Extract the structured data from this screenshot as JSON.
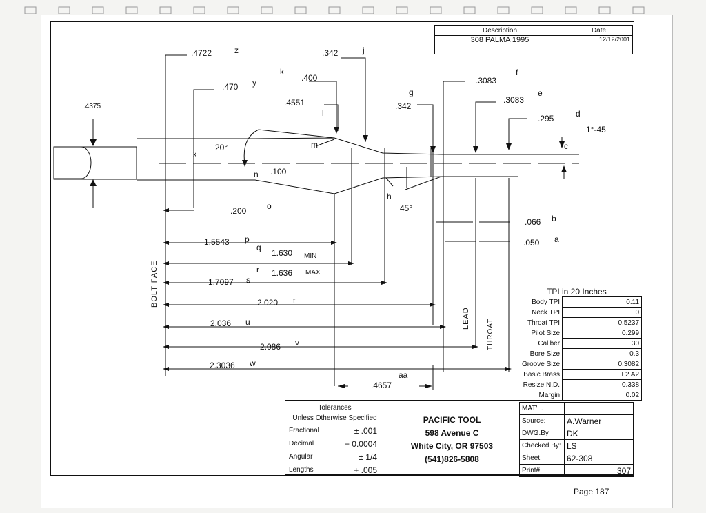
{
  "title_block": {
    "desc_header": "Description",
    "date_header": "Date",
    "description": "308 PALMA 1995",
    "date": "12/12/2001"
  },
  "dims": {
    "z": "z",
    "z_val": ".4722",
    "j": "j",
    "j_val": ".342",
    "k": "k",
    "k_val": ".400",
    "y": "y",
    "y_val": ".470",
    "f": "f",
    "f_val": ".3083",
    "e": "e",
    "e_val": ".3083",
    "g": "g",
    "g_val": ".342",
    "l": "l",
    "l_val": ".4551",
    "d": "d",
    "d_val": ".295",
    "c": "c",
    "c_val": "1°-45",
    "left_val": ".4375",
    "x": "x",
    "angle20": "20°",
    "m": "m",
    "n": "n",
    "n_val": ".100",
    "h": "h",
    "angle45": "45°",
    "o": "o",
    "o_val": ".200",
    "b": "b",
    "b_val": ".066",
    "a": "a",
    "a_val": ".050",
    "p": "p",
    "p_val": "1.5543",
    "q": "q",
    "q_val": "1.630",
    "q_note": "MIN",
    "r": "r",
    "r_val": "1.636",
    "r_note": "MAX",
    "s": "s",
    "s_val": "1.7097",
    "t": "t",
    "t_val": "2.020",
    "u": "u",
    "u_val": "2.036",
    "v": "v",
    "v_val": "2.086",
    "w": "w",
    "w_val": "2.3036",
    "aa": "aa",
    "aa_val": ".4657",
    "bolt_face": "BOLT FACE",
    "lead": "LEAD",
    "throat": "THROAT"
  },
  "tpi": {
    "header": "TPI in 20 Inches",
    "rows": [
      {
        "label": "Body TPI",
        "value": "0.11"
      },
      {
        "label": "Neck TPI",
        "value": "0"
      },
      {
        "label": "Throat TPI",
        "value": "0.5237"
      },
      {
        "label": "Pilot Size",
        "value": "0.299"
      },
      {
        "label": "Caliber",
        "value": "30"
      },
      {
        "label": "Bore Size",
        "value": "0.3"
      },
      {
        "label": "Groove Size",
        "value": "0.3082"
      },
      {
        "label": "Basic Brass",
        "value": "L2 A2"
      },
      {
        "label": "Resize N.D.",
        "value": "0.338"
      },
      {
        "label": "Margin",
        "value": "0.02"
      }
    ]
  },
  "tolerances": {
    "title": "Tolerances",
    "subtitle": "Unless Otherwise Specified",
    "rows": [
      {
        "label": "Fractional",
        "value": "± .001"
      },
      {
        "label": "Decimal",
        "value": "+ 0.0004"
      },
      {
        "label": "Angular",
        "value": "± 1/4"
      },
      {
        "label": "Lengths",
        "value": "+ .005"
      }
    ]
  },
  "company": {
    "name": "PACIFIC TOOL",
    "address1": "598 Avenue C",
    "address2": "White City, OR 97503",
    "phone": "(541)826-5808"
  },
  "info": {
    "rows": [
      {
        "label": "MAT'L.",
        "value": ""
      },
      {
        "label": "Source:",
        "value": "A.Warner"
      },
      {
        "label": "DWG.By",
        "value": "DK"
      },
      {
        "label": "Checked By:",
        "value": "LS"
      },
      {
        "label": "Sheet",
        "value": "62-308"
      },
      {
        "label": "Print#",
        "value": "307"
      }
    ]
  },
  "page_number": "Page 187"
}
